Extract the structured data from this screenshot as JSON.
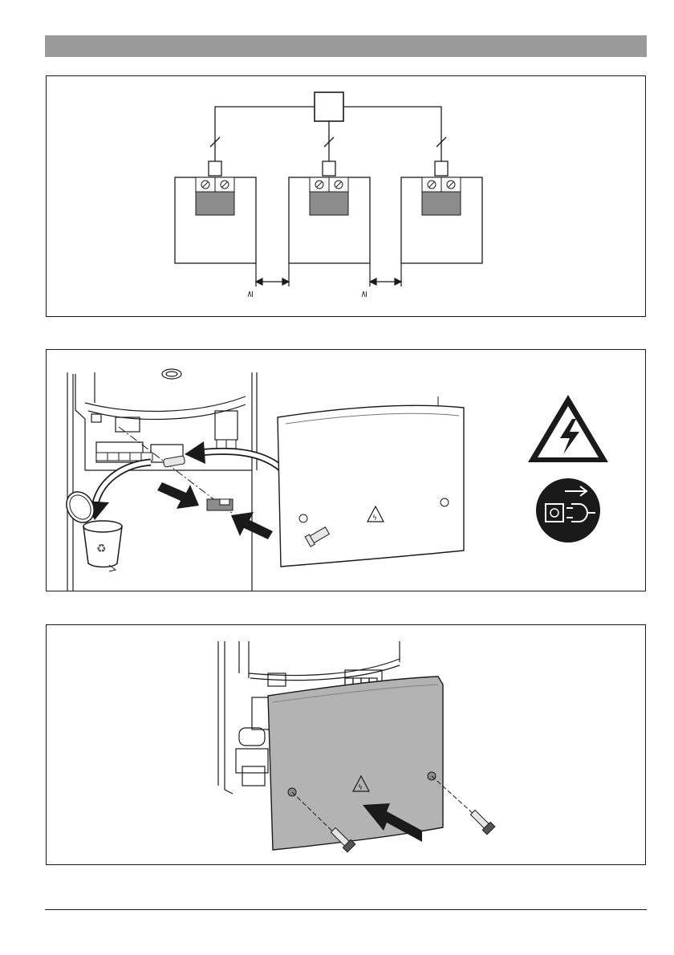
{
  "page": {
    "header_bar": "",
    "footer": ""
  },
  "figure1": {
    "name": "wiring-diagram",
    "units": [
      "unit-1",
      "unit-2",
      "unit-3"
    ],
    "spacing_symbol_left": "≥",
    "spacing_symbol_right": "≥"
  },
  "figure2": {
    "name": "remove-cover-step",
    "icons": [
      "danger-voltage-icon",
      "disconnect-mains-icon",
      "recycle-bin-icon"
    ]
  },
  "figure3": {
    "name": "attach-cover-step",
    "icons": [
      "warning-triangle-icon",
      "screw-icon"
    ]
  },
  "colors": {
    "header": "#9a9a9a",
    "terminal_fill": "#8c8c8c",
    "cover_fill": "#b3b3b3",
    "line": "#1a1a1a"
  }
}
